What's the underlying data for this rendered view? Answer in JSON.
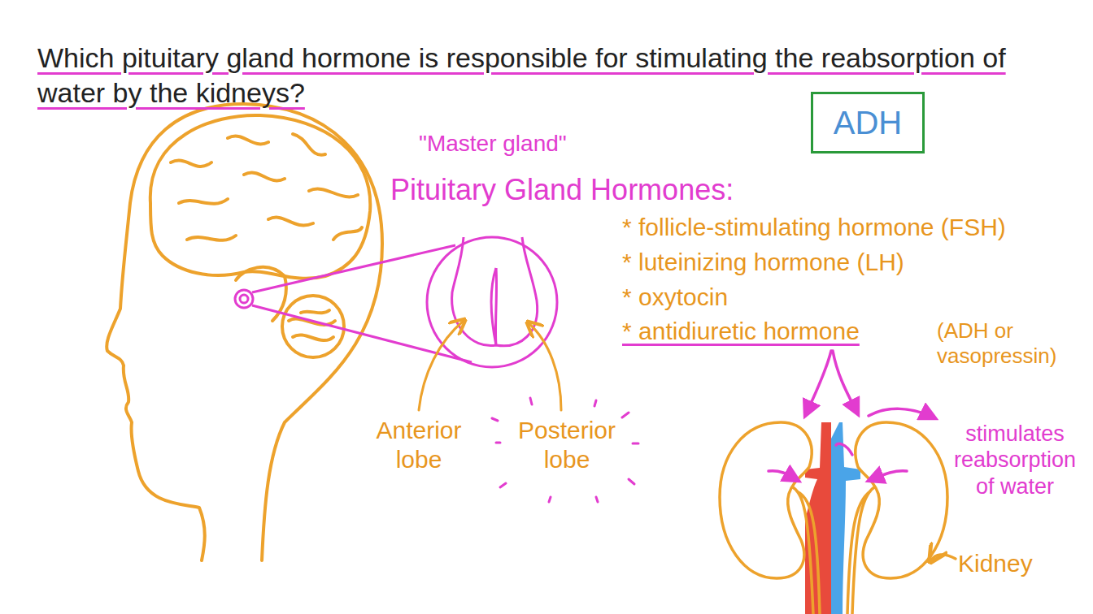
{
  "diagram": {
    "title": "Which pituitary gland hormone is responsible for stimulating the reabsorption of water by the kidneys?",
    "nodes": [
      {
        "text": [
          "ADH"
        ]
      }
    ],
    "labels": [
      "\"Master gland\"",
      "Pituitary Gland Hormones:",
      "* follicle-stimulating hormone (FSH)",
      "* luteinizing hormone (LH)",
      "* oxytocin",
      "* antidiuretic hormone",
      "(ADH or vasopressin)",
      "Anterior lobe",
      "Posterior lobe",
      "stimulates reabsorption of water",
      "Kidney"
    ]
  }
}
